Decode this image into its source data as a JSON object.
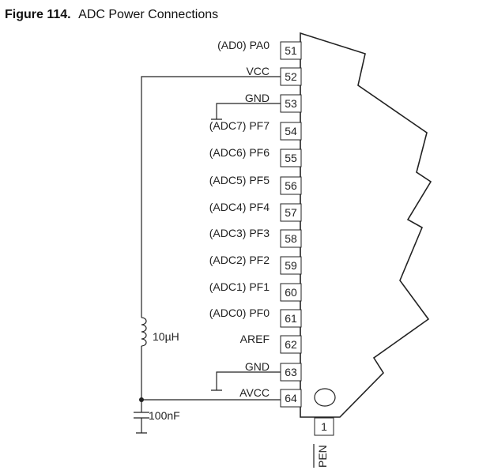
{
  "caption": {
    "figure_number": "Figure 114.",
    "title": "ADC Power Connections"
  },
  "pins": [
    {
      "number": "51",
      "label": "(AD0) PA0"
    },
    {
      "number": "52",
      "label": "VCC"
    },
    {
      "number": "53",
      "label": "GND"
    },
    {
      "number": "54",
      "label": "(ADC7) PF7"
    },
    {
      "number": "55",
      "label": "(ADC6) PF6"
    },
    {
      "number": "56",
      "label": "(ADC5) PF5"
    },
    {
      "number": "57",
      "label": "(ADC4) PF4"
    },
    {
      "number": "58",
      "label": "(ADC3) PF3"
    },
    {
      "number": "59",
      "label": "(ADC2) PF2"
    },
    {
      "number": "60",
      "label": "(ADC1) PF1"
    },
    {
      "number": "61",
      "label": "(ADC0) PF0"
    },
    {
      "number": "62",
      "label": "AREF"
    },
    {
      "number": "63",
      "label": "GND"
    },
    {
      "number": "64",
      "label": "AVCC"
    }
  ],
  "pin1": {
    "number": "1",
    "label": "PEN"
  },
  "components": {
    "inductor": "10µH",
    "capacitor": "100nF"
  }
}
